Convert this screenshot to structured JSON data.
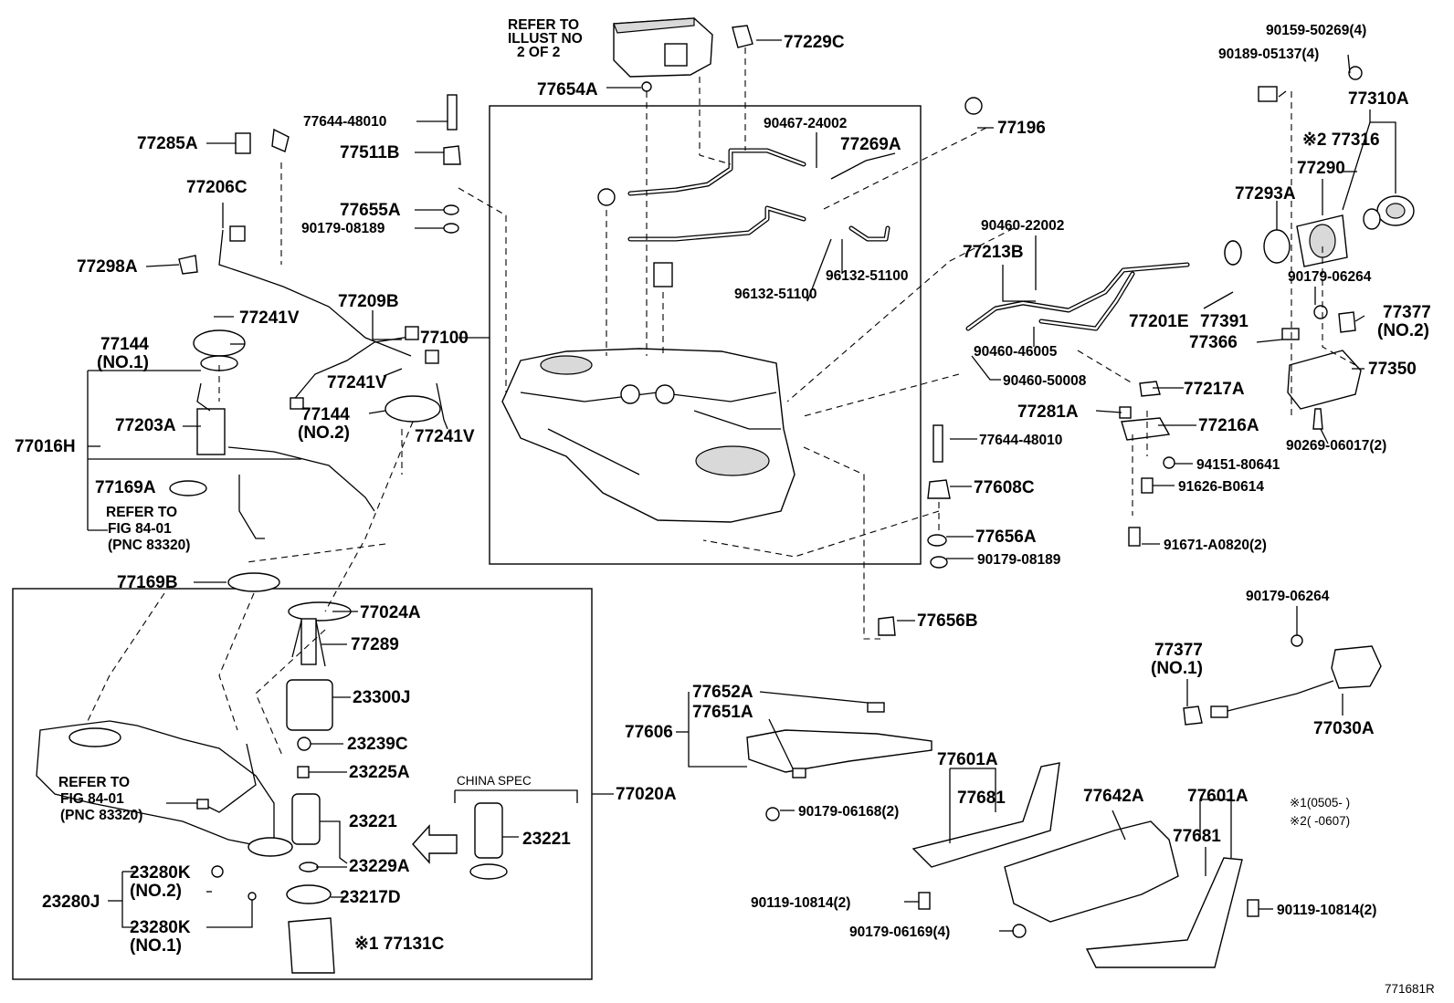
{
  "labels": {
    "refer_illust": [
      "REFER TO",
      "ILLUST NO",
      "2 OF 2"
    ],
    "p77654A": "77654A",
    "p77229C": "77229C",
    "p90159_50269": "90159-50269(4)",
    "p90189_05137": "90189-05137(4)",
    "p77310A": "77310A",
    "p77316": "※2 77316",
    "p77290": "77290",
    "p77293A": "77293A",
    "p90179_06264a": "90179-06264",
    "p77377_no2": "77377",
    "p77377_no2_sub": "(NO.2)",
    "p77366": "77366",
    "p77350": "77350",
    "p90269_06017": "90269-06017(2)",
    "p77644_48010a": "77644-48010",
    "p77511B": "77511B",
    "p77655A": "77655A",
    "p90179_08189a": "90179-08189",
    "p77285A": "77285A",
    "p77206C": "77206C",
    "p77298A": "77298A",
    "p77209B": "77209B",
    "p77241V_a": "77241V",
    "p77241V_b": "77241V",
    "p77241V_c": "77241V",
    "p77144_no1": "77144",
    "p77144_no1_sub": "(NO.1)",
    "p77144_no2": "77144",
    "p77144_no2_sub": "(NO.2)",
    "p77100": "77100",
    "p77016H": "77016H",
    "p77203A": "77203A",
    "p77169A": "77169A",
    "refer_fig_a": [
      "REFER TO",
      "FIG 84-01",
      "(PNC 83320)"
    ],
    "p77169B": "77169B",
    "p90467_24002": "90467-24002",
    "p77269A": "77269A",
    "p77196": "77196",
    "p96132_51100a": "96132-51100",
    "p96132_51100b": "96132-51100",
    "p90460_22002": "90460-22002",
    "p77213B": "77213B",
    "p77201E": "77201E",
    "p77391": "77391",
    "p90460_46005": "90460-46005",
    "p90460_50008": "90460-50008",
    "p77217A": "77217A",
    "p77281A": "77281A",
    "p77216A": "77216A",
    "p77644_48010b": "77644-48010",
    "p94151_80641": "94151-80641",
    "p77608C": "77608C",
    "p91626_B0614": "91626-B0614",
    "p77656A": "77656A",
    "p90179_08189b": "90179-08189",
    "p91671_A0820": "91671-A0820(2)",
    "p77024A": "77024A",
    "p77289": "77289",
    "p23300J": "23300J",
    "p23239C": "23239C",
    "p23225A": "23225A",
    "p23221a": "23221",
    "p23221b": "23221",
    "p23229A": "23229A",
    "p23217D": "23217D",
    "p77131C": "※1 77131C",
    "china_spec": "CHINA SPEC",
    "p77020A": "77020A",
    "refer_fig_b": [
      "REFER TO",
      "FIG 84-01",
      "(PNC 83320)"
    ],
    "p23280J": "23280J",
    "p23280K_no2": "23280K",
    "p23280K_no2_sub": "(NO.2)",
    "p23280K_no1": "23280K",
    "p23280K_no1_sub": "(NO.1)",
    "p77656B": "77656B",
    "p90179_06264b": "90179-06264",
    "p77377_no1": "77377",
    "p77377_no1_sub": "(NO.1)",
    "p77030A": "77030A",
    "p77652A": "77652A",
    "p77651A": "77651A",
    "p77606": "77606",
    "p90179_06168": "90179-06168(2)",
    "p77601A_a": "77601A",
    "p77681_a": "77681",
    "p77642A": "77642A",
    "p77601A_b": "77601A",
    "p77681_b": "77681",
    "p90119_10814_a": "90119-10814(2)",
    "p90179_06169": "90179-06169(4)",
    "p90119_10814_b": "90119-10814(2)",
    "note1": "※1(0505-    )",
    "note2": "※2(    -0607)",
    "diagram_id": "771681R"
  }
}
